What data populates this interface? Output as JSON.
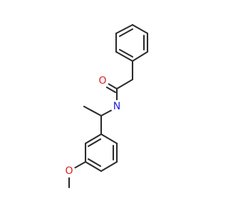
{
  "molecule": {
    "atoms": [
      {
        "symbol": "O",
        "color": "#e0201b"
      },
      {
        "symbol": "N",
        "color": "#2020e0"
      },
      {
        "symbol": "O",
        "color": "#e0201b"
      }
    ]
  }
}
